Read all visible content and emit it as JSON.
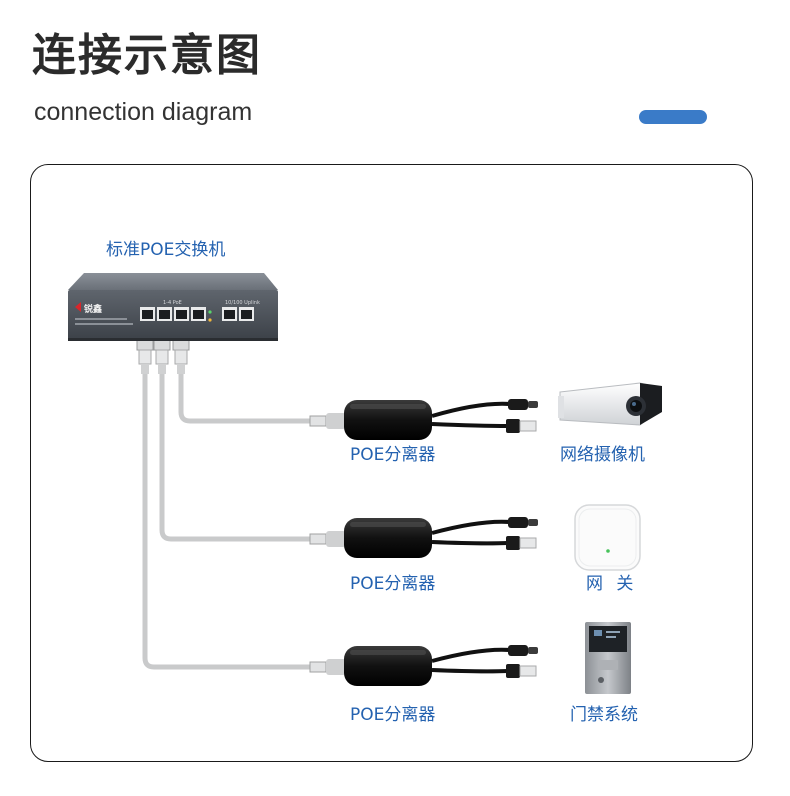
{
  "header": {
    "title_cn": "连接示意图",
    "title_en": "connection diagram"
  },
  "colors": {
    "accent": "#3a7bc8",
    "label": "#2462b0",
    "cable": "#c9cacb",
    "switch_body": "#4a5058",
    "splitter": "#151515"
  },
  "switch": {
    "label": "标准POE交换机",
    "brand": "锐鑫",
    "ports_poe_caption": "1-4 PoE",
    "ports_uplink_caption": "10/100 Uplink",
    "poe_port_count": 4,
    "uplink_port_count": 2,
    "icon": "network-switch-icon"
  },
  "rows": [
    {
      "splitter_label": "POE分离器",
      "device_label": "网络摄像机",
      "device_icon": "bullet-camera-icon"
    },
    {
      "splitter_label": "POE分离器",
      "device_label": "网 关",
      "device_icon": "wireless-ap-icon"
    },
    {
      "splitter_label": "POE分离器",
      "device_label": "门禁系统",
      "device_icon": "access-control-panel-icon"
    }
  ]
}
